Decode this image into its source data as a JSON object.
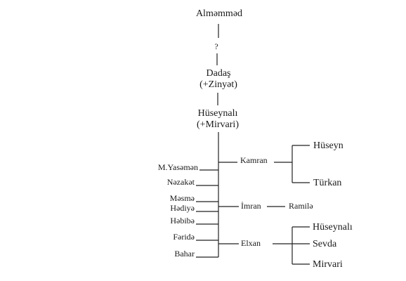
{
  "ancestors": {
    "root": "Alməmməd",
    "unknown": "?",
    "dadas": {
      "name": "Dadaş",
      "spouse": "(+Zinyət)"
    },
    "huseynali": {
      "name": "Hüseynalı",
      "spouse": "(+Mirvari)"
    }
  },
  "daughters": [
    "M.Yasəmən",
    "Nəzakət",
    "Məsmə",
    "Hədiyə",
    "Həbibə",
    "Fəridə",
    "Bahar"
  ],
  "sons": {
    "kamran": {
      "name": "Kamran",
      "children": [
        "Hüseyn",
        "Türkan"
      ]
    },
    "imran": {
      "name": "İmran",
      "children": [
        "Ramilə"
      ]
    },
    "elxan": {
      "name": "Elxan",
      "children": [
        "Hüseynalı",
        "Sevda",
        "Mirvari"
      ]
    }
  }
}
